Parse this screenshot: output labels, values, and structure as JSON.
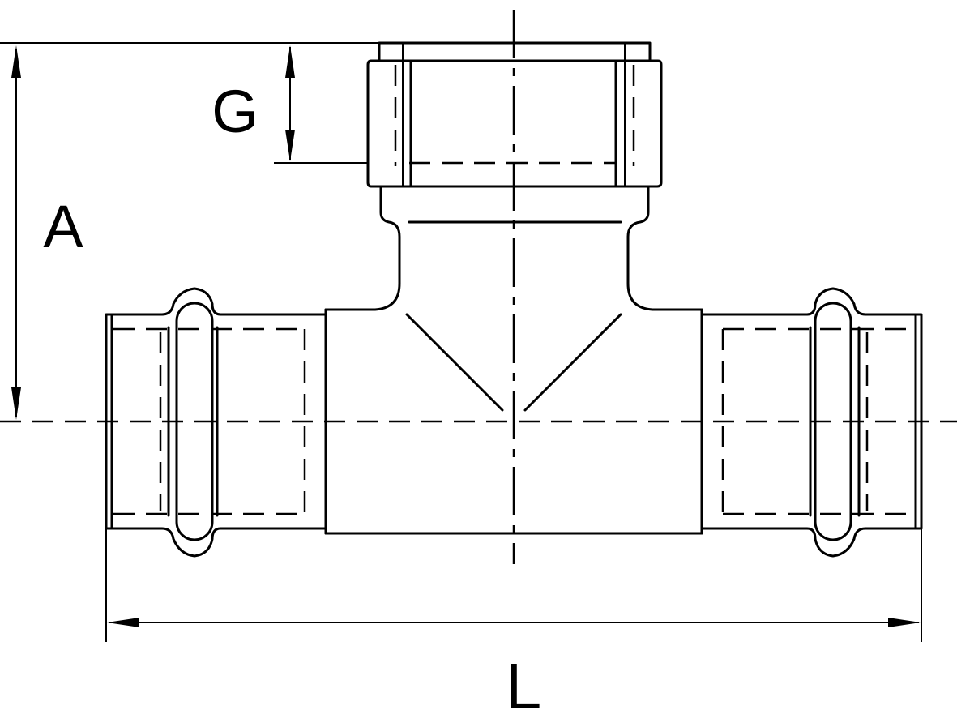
{
  "drawing": {
    "dimension_labels": {
      "g": "G",
      "a": "A",
      "l": "L"
    },
    "line_color": "#000000",
    "background_color": "#ffffff"
  }
}
